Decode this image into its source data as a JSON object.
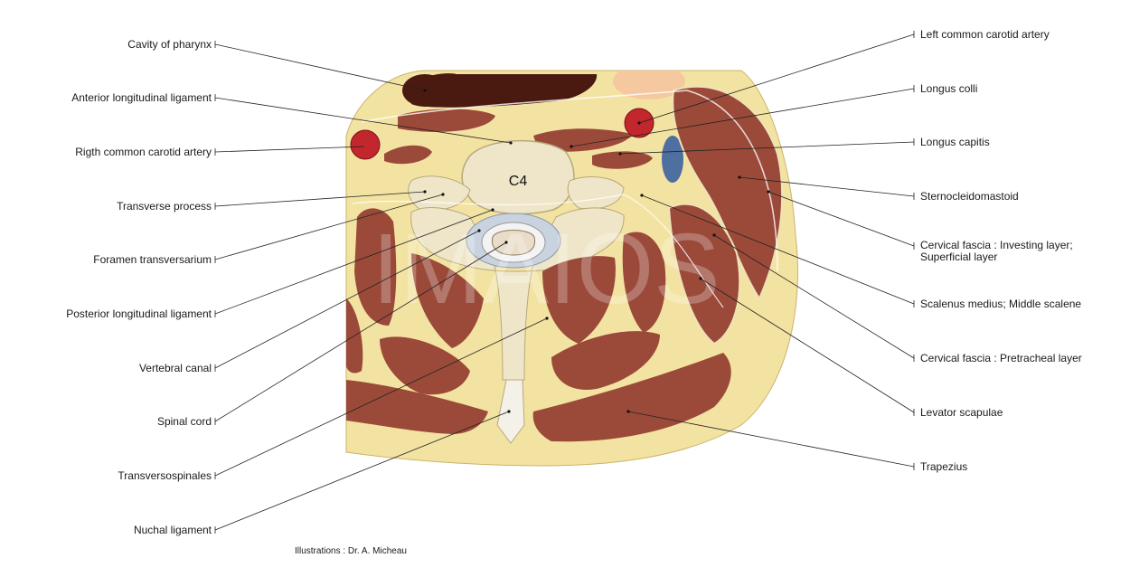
{
  "diagram": {
    "vertebra_label": "C4",
    "credit": "Illustrations : Dr. A. Micheau",
    "watermark": "© IMAIOS",
    "labels_left": [
      "Cavity of pharynx",
      "Anterior longitudinal ligament",
      "Rigth common carotid artery",
      "Transverse process",
      "Foramen transversarium",
      "Posterior longitudinal ligament",
      "Vertebral canal",
      "Spinal cord",
      "Transversospinales",
      "Nuchal ligament"
    ],
    "labels_right": [
      "Left common carotid artery",
      "Longus colli",
      "Longus capitis",
      "Sternocleidomastoid",
      "Cervical fascia : Investing layer;",
      "Superficial layer",
      "Scalenus medius; Middle scalene",
      "Cervical fascia : Pretracheal layer",
      "Levator scapulae",
      "Trapezius"
    ]
  },
  "colors": {
    "fat": "#f3e3a2",
    "muscle": "#9b4a3a",
    "bone": "#efe6c9",
    "artery": "#c1272d",
    "vein": "#4f6fa0",
    "pharynx": "#4a1a10",
    "line": "#222222"
  }
}
